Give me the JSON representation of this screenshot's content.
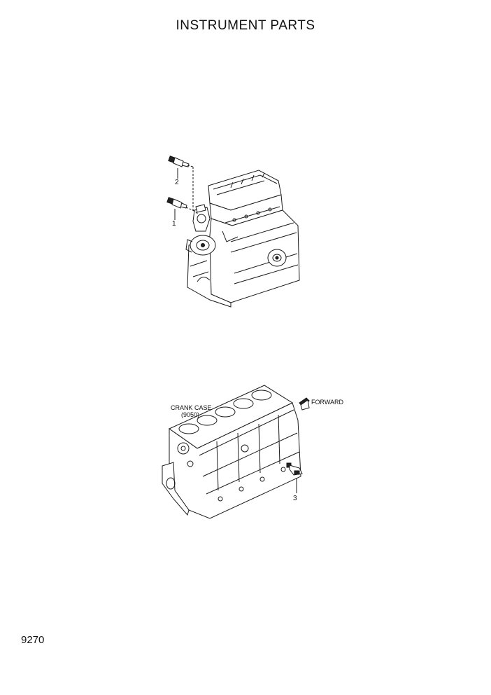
{
  "page_title": "INSTRUMENT PARTS",
  "page_number": "9270",
  "callouts": {
    "part_1": "1",
    "part_2": "2",
    "part_3": "3"
  },
  "labels": {
    "crank_case": "CRANK CASE",
    "crank_case_ref": "(9050)",
    "forward": "FORWARD"
  }
}
